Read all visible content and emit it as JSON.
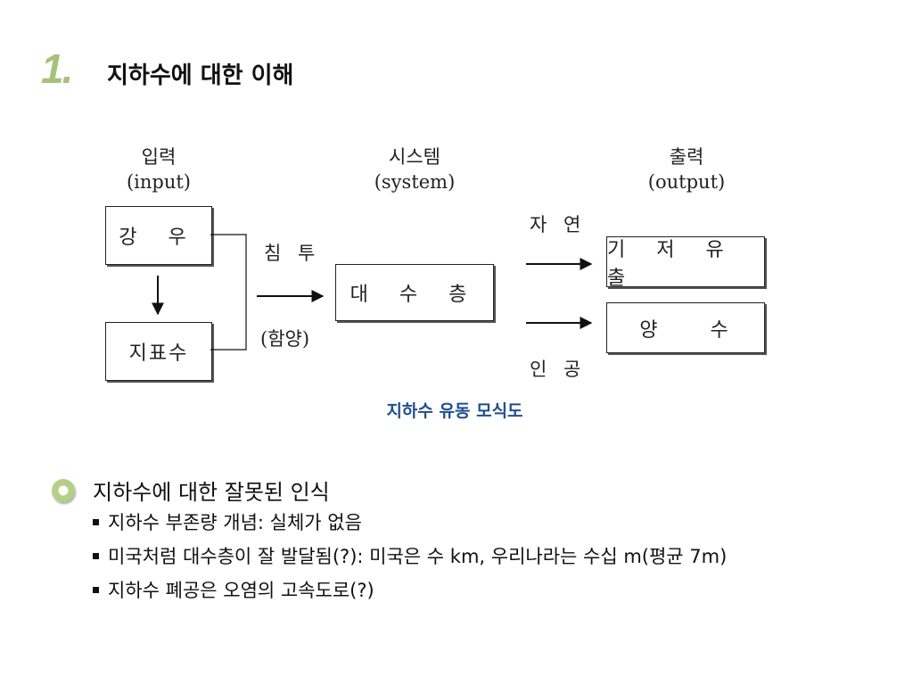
{
  "header": {
    "number": "1.",
    "title": "지하수에 대한 이해"
  },
  "diagram": {
    "input_title": "입력",
    "input_sub": "(input)",
    "system_title": "시스템",
    "system_sub": "(system)",
    "output_title": "출력",
    "output_sub": "(output)",
    "rain": "강 우",
    "surface_water": "지표수",
    "infiltration": "침 투",
    "recharge": "(함양)",
    "aquifer": "대 수 층",
    "natural": "자 연",
    "artificial": "인 공",
    "baseflow": "기 저 유 출",
    "pumping": "양     수",
    "caption": "지하수 유동 모식도"
  },
  "notes": {
    "heading": "지하수에 대한 잘못된 인식",
    "items": [
      "지하수 부존량 개념: 실체가 없음",
      "미국처럼 대수층이 잘 발달됨(?): 미국은 수 km, 우리나라는 수십 m(평균 7m)",
      "지하수 폐공은 오염의 고속도로(?)"
    ]
  },
  "colors": {
    "number": "#a6c27a",
    "caption": "#1f4f8f",
    "bullet": "#b6cf86"
  }
}
